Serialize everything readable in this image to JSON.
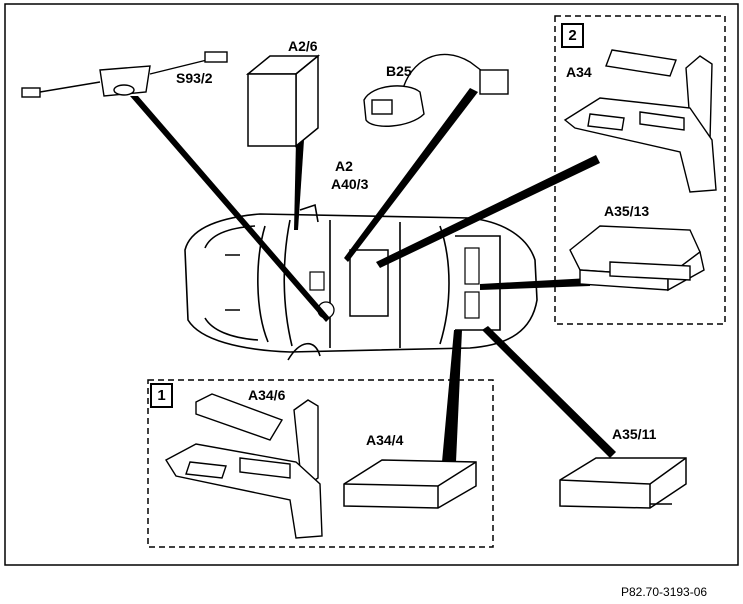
{
  "labels": {
    "s93_2": "S93/2",
    "a2_6": "A2/6",
    "b25": "B25",
    "a2": "A2",
    "a40_3": "A40/3",
    "a34": "A34",
    "a35_13": "A35/13",
    "a34_6": "A34/6",
    "a34_4": "A34/4",
    "a35_11": "A35/11"
  },
  "groups": {
    "group1_number": "1",
    "group2_number": "2"
  },
  "figure_ref": "P82.70-3193-06"
}
